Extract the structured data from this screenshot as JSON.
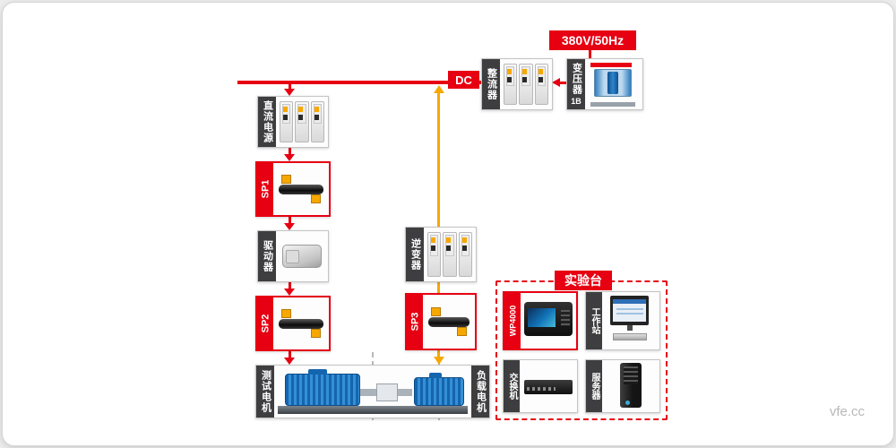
{
  "power": {
    "voltage_label": "380V/50Hz",
    "dc_label": "DC"
  },
  "components": {
    "transformer": {
      "label": "变压器",
      "sub": "1B"
    },
    "rectifier": {
      "label": "整流器"
    },
    "dc_power": {
      "label": "直流电源"
    },
    "sp1": {
      "label": "SP1"
    },
    "driver": {
      "label": "驱动器"
    },
    "sp2": {
      "label": "SP2"
    },
    "inverter": {
      "label": "逆变器"
    },
    "sp3": {
      "label": "SP3"
    },
    "test_motor": {
      "label": "测试电机"
    },
    "load_motor": {
      "label": "负载电机"
    }
  },
  "bench": {
    "title": "实验台",
    "items": {
      "wp4000": "WP4000",
      "workstation": "工作站",
      "switch": "交换机",
      "server": "服务器"
    }
  },
  "watermark": "vfe.cc",
  "colors": {
    "red": "#e60012",
    "orange": "#f7a800",
    "label_bg": "#3e3e40"
  }
}
